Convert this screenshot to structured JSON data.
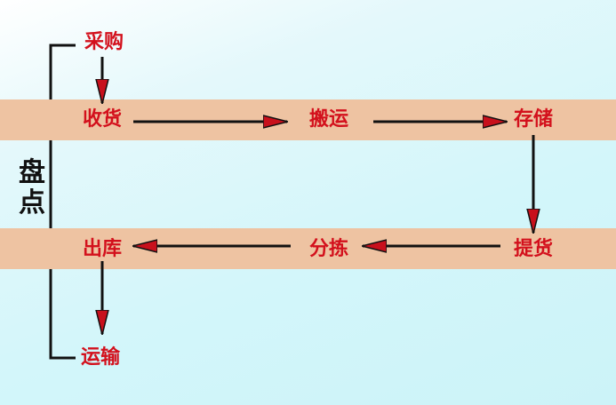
{
  "side_label": [
    "盘",
    "点"
  ],
  "nodes": {
    "purchase": "采购",
    "receive": "收货",
    "move": "搬运",
    "store": "存储",
    "pick": "提货",
    "sort": "分拣",
    "outbound": "出库",
    "transport": "运输"
  },
  "colors": {
    "band": "#eec3a2",
    "text": "#d3101c",
    "arrowhead": "#c8101c"
  }
}
